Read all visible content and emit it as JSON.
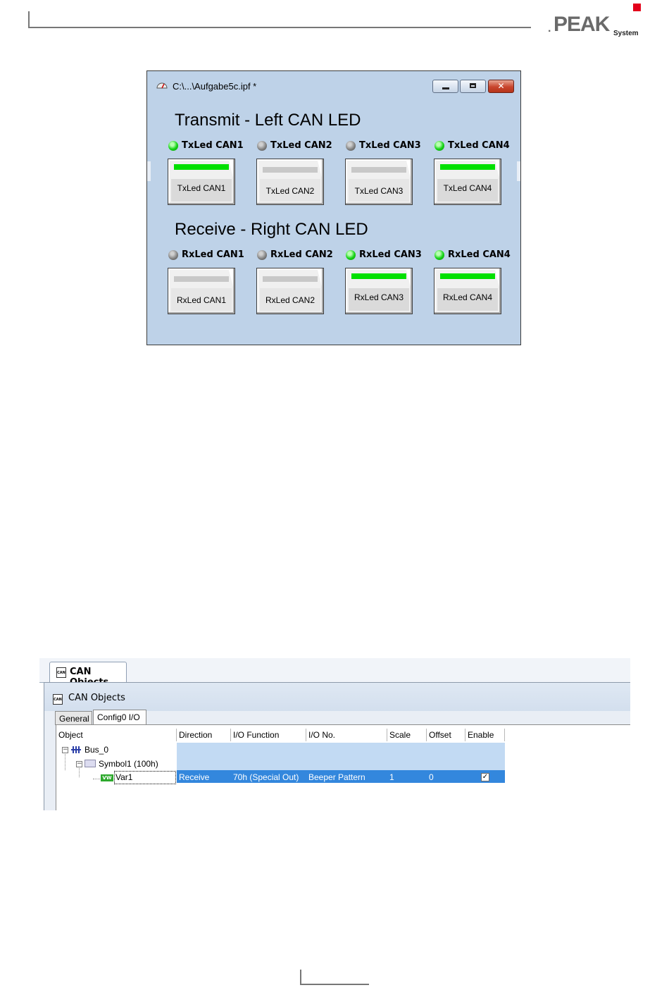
{
  "header": {
    "logo_dot": ".",
    "logo_word": "PEAK",
    "logo_sub": "System",
    "brand_color": "#e3001b"
  },
  "panel_window": {
    "title": "C:\\...\\Aufgabe5c.ipf *",
    "buttons": {
      "minimize": "minimize-icon",
      "maximize": "maximize-icon",
      "close": "close-icon"
    },
    "transmit_heading": "Transmit - Left CAN LED",
    "receive_heading": "Receive - Right CAN LED",
    "tx_leds": [
      {
        "label": "TxLed CAN1",
        "state": "on"
      },
      {
        "label": "TxLed CAN2",
        "state": "off"
      },
      {
        "label": "TxLed CAN3",
        "state": "off"
      },
      {
        "label": "TxLed CAN4",
        "state": "on"
      }
    ],
    "tx_buttons": [
      {
        "label": "TxLed CAN1",
        "state": "on"
      },
      {
        "label": "TxLed CAN2",
        "state": "off"
      },
      {
        "label": "TxLed CAN3",
        "state": "off"
      },
      {
        "label": "TxLed CAN4",
        "state": "on"
      }
    ],
    "rx_leds": [
      {
        "label": "RxLed CAN1",
        "state": "off"
      },
      {
        "label": "RxLed CAN2",
        "state": "off"
      },
      {
        "label": "RxLed CAN3",
        "state": "on"
      },
      {
        "label": "RxLed CAN4",
        "state": "on"
      }
    ],
    "rx_buttons": [
      {
        "label": "RxLed CAN1",
        "state": "off"
      },
      {
        "label": "RxLed CAN2",
        "state": "off"
      },
      {
        "label": "RxLed CAN3",
        "state": "on"
      },
      {
        "label": "RxLed CAN4",
        "state": "on"
      }
    ],
    "colors": {
      "led_on": "#16d416",
      "led_off": "#7d7d7d",
      "panel_bg": "#bed2e8"
    }
  },
  "can_objects": {
    "doc_tab": "CAN Objects",
    "window_title": "CAN Objects",
    "tabs": [
      "General",
      "Config0 I/O"
    ],
    "active_tab": "Config0 I/O",
    "columns": [
      "Object",
      "Direction",
      "I/O Function",
      "I/O No.",
      "Scale",
      "Offset",
      "Enable"
    ],
    "tree": {
      "bus": "Bus_0",
      "symbol": "Symbol1 (100h)",
      "variable": "Var1",
      "var_icon_text": "VW"
    },
    "row": {
      "direction": "Receive",
      "io_function": "70h (Special Out)",
      "io_no": "Beeper Pattern",
      "scale": "1",
      "offset": "0",
      "enable": "✓"
    }
  }
}
